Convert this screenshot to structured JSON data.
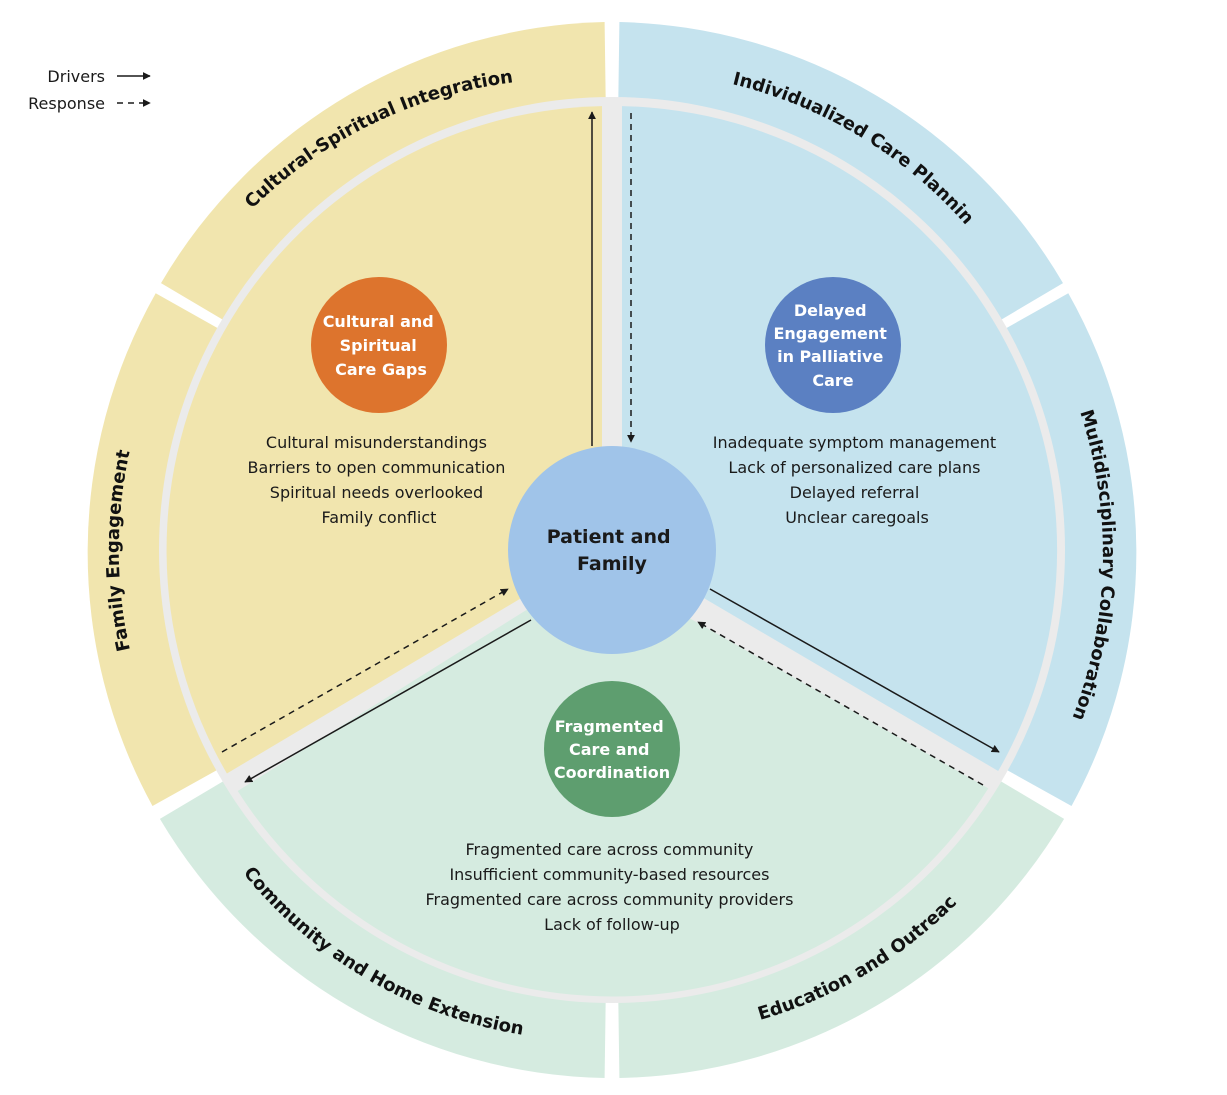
{
  "colors": {
    "yellow": "#f1e5ae",
    "blue": "#c5e3ee",
    "green": "#d5ebe0",
    "ring": "#ebebeb",
    "orange": "#dd742d",
    "steel_blue": "#5b80c2",
    "green_dark": "#5e9e6f",
    "center": "#a0c4e9",
    "arrow": "#1a1a1a"
  },
  "legend": {
    "drivers": "Drivers",
    "response": "Response"
  },
  "outer_labels": {
    "cultural_spiritual": "Cultural-Spiritual Integration",
    "individualized": "Individualized Care Planning",
    "multidisciplinary": "Multidisciplinary Collaboration",
    "education": "Education and Outreach",
    "community_home": "Community and Home Extension",
    "family_engagement": "Family Engagement"
  },
  "center": {
    "line1": "Patient and",
    "line2": "Family"
  },
  "themes": {
    "cultural": {
      "title_lines": [
        "Cultural and",
        "Spiritual",
        "Care Gaps"
      ],
      "issues": [
        "Cultural misunderstandings",
        "Barriers to open communication",
        "Spiritual needs overlooked",
        "Family conflict"
      ]
    },
    "delayed": {
      "title_lines": [
        "Delayed",
        "Engagement",
        "in Palliative",
        "Care"
      ],
      "issues": [
        "Inadequate symptom management",
        "Lack of personalized care plans",
        "Delayed referral",
        "Unclear caregoals"
      ]
    },
    "fragmented": {
      "title_lines": [
        "Fragmented",
        "Care and",
        "Coordination"
      ],
      "issues": [
        "Fragmented care across community",
        "Insufficient community-based resources",
        "Fragmented care across community providers",
        "Lack of follow-up"
      ]
    }
  }
}
